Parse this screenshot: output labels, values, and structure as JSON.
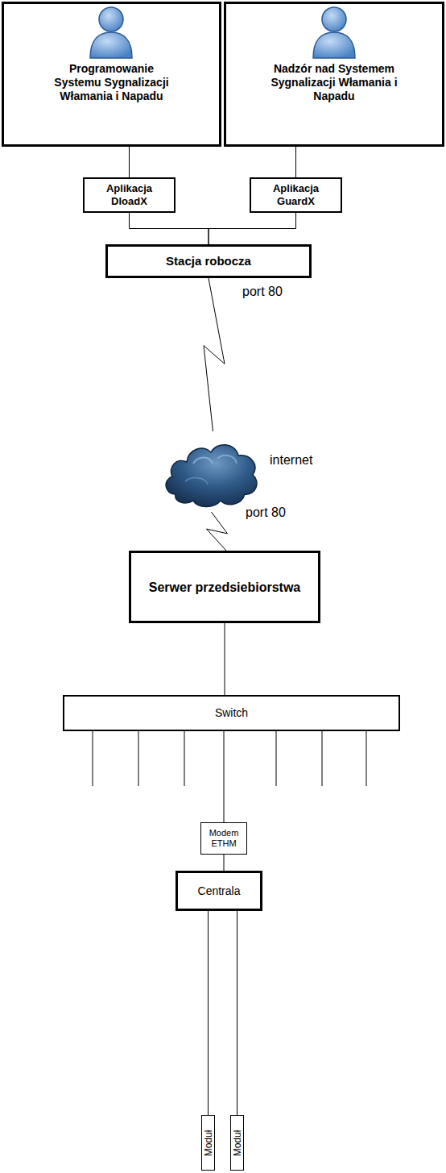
{
  "diagram": {
    "nodes": [
      {
        "text": [
          "Programowanie Systemu Sygnalizacji Włamania i Napadu"
        ]
      },
      {
        "text": [
          "Nadzór nad Systemem Sygnalizacji Włamania i Napadu"
        ]
      },
      {
        "text": [
          "Aplikacja DloadX"
        ]
      },
      {
        "text": [
          "Aplikacja GuardX"
        ]
      },
      {
        "text": [
          "Stacja robocza"
        ]
      },
      {
        "text": [
          "internet"
        ]
      },
      {
        "text": [
          "Serwer przedsiebiorstwa"
        ]
      },
      {
        "text": [
          "Switch"
        ]
      },
      {
        "text": [
          "Modem ETHM"
        ]
      },
      {
        "text": [
          "Centrala"
        ]
      },
      {
        "text": [
          "Moduł"
        ]
      },
      {
        "text": [
          "Moduł"
        ]
      }
    ],
    "edges": [
      {
        "from": 0,
        "to": 2,
        "arrow": "none"
      },
      {
        "from": 1,
        "to": 3,
        "arrow": "none"
      },
      {
        "from": 2,
        "to": 4,
        "arrow": "none"
      },
      {
        "from": 3,
        "to": 4,
        "arrow": "none"
      },
      {
        "from": 4,
        "to": 5,
        "label": "port 80",
        "arrow": "none"
      },
      {
        "from": 5,
        "to": 6,
        "label": "port 80",
        "arrow": "none"
      },
      {
        "from": 6,
        "to": 7,
        "arrow": "none"
      },
      {
        "from": 7,
        "to": 8,
        "arrow": "none"
      },
      {
        "from": 8,
        "to": 9,
        "arrow": "none"
      },
      {
        "from": 9,
        "to": 10,
        "arrow": "none"
      },
      {
        "from": 9,
        "to": 11,
        "arrow": "none"
      }
    ]
  }
}
